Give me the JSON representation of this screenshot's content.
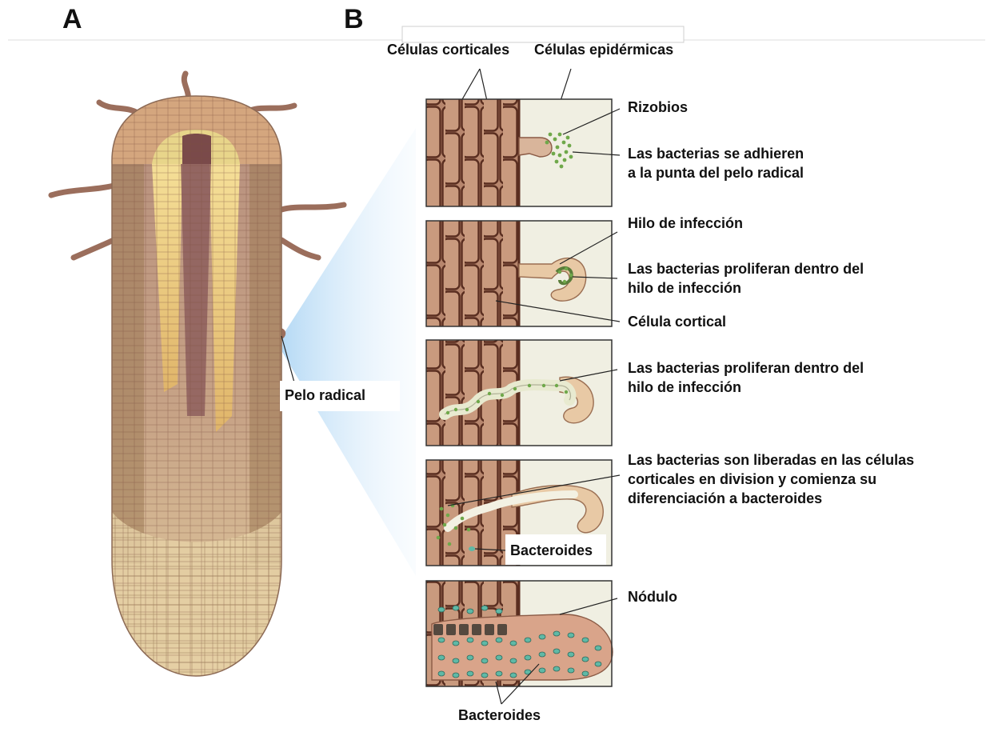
{
  "panel_a": {
    "letter": "A"
  },
  "panel_b": {
    "letter": "B",
    "header_left": "Células corticales",
    "header_right": "Células epidérmicas"
  },
  "labels": {
    "pelo_radical": "Pelo radical",
    "rizobios": "Rizobios",
    "adhieren_1": "Las bacterias se adhieren",
    "adhieren_2": "a la punta del pelo radical",
    "hilo_infeccion": "Hilo de infección",
    "proliferan_1": "Las bacterias proliferan dentro del",
    "proliferan_2": "hilo de infección",
    "celula_cortical": "Célula cortical",
    "proliferan_b1": "Las bacterias proliferan dentro del",
    "proliferan_b2": "hilo de infección",
    "liberadas_1": "Las bacterias son liberadas en las células",
    "liberadas_2": "corticales en division y comienza su",
    "liberadas_3": "diferenciación a bacteroides",
    "bacteroides_box": "Bacteroides",
    "nodulo": "Nódulo",
    "bacteroides_bottom": "Bacteroides"
  },
  "colors": {
    "cortex_cell": "#b7866d",
    "cell_wall": "#5a2e20",
    "epidermal_bg": "#f0efe2",
    "root_hair": "#c9a48e",
    "stele": "#8a5a5a",
    "vascular_yellow": "#f2d98a",
    "root_cap": "#dcc39a",
    "bacteria_green": "#6fa84a",
    "bacteroid_teal": "#5fb9a6",
    "zoom_blue": "#cfe6f8"
  }
}
